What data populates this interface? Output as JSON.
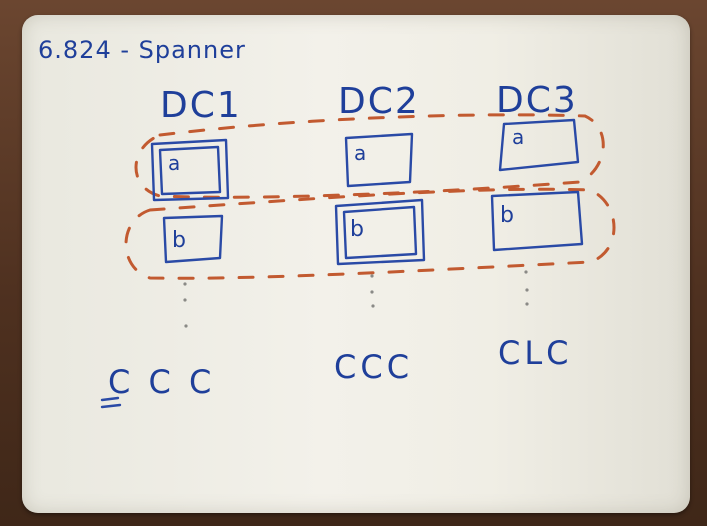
{
  "title": "6.824 - Spanner",
  "datacenters": [
    {
      "label": "DC1",
      "replicas": [
        "a",
        "b"
      ],
      "clients": "C C C"
    },
    {
      "label": "DC2",
      "replicas": [
        "a",
        "b"
      ],
      "clients": "CCC"
    },
    {
      "label": "DC3",
      "replicas": [
        "a",
        "b"
      ],
      "clients": "CLC"
    }
  ],
  "colors": {
    "ink_blue": "#2a4aa6",
    "ink_red": "#c25a30",
    "board": "#f0eee5"
  }
}
